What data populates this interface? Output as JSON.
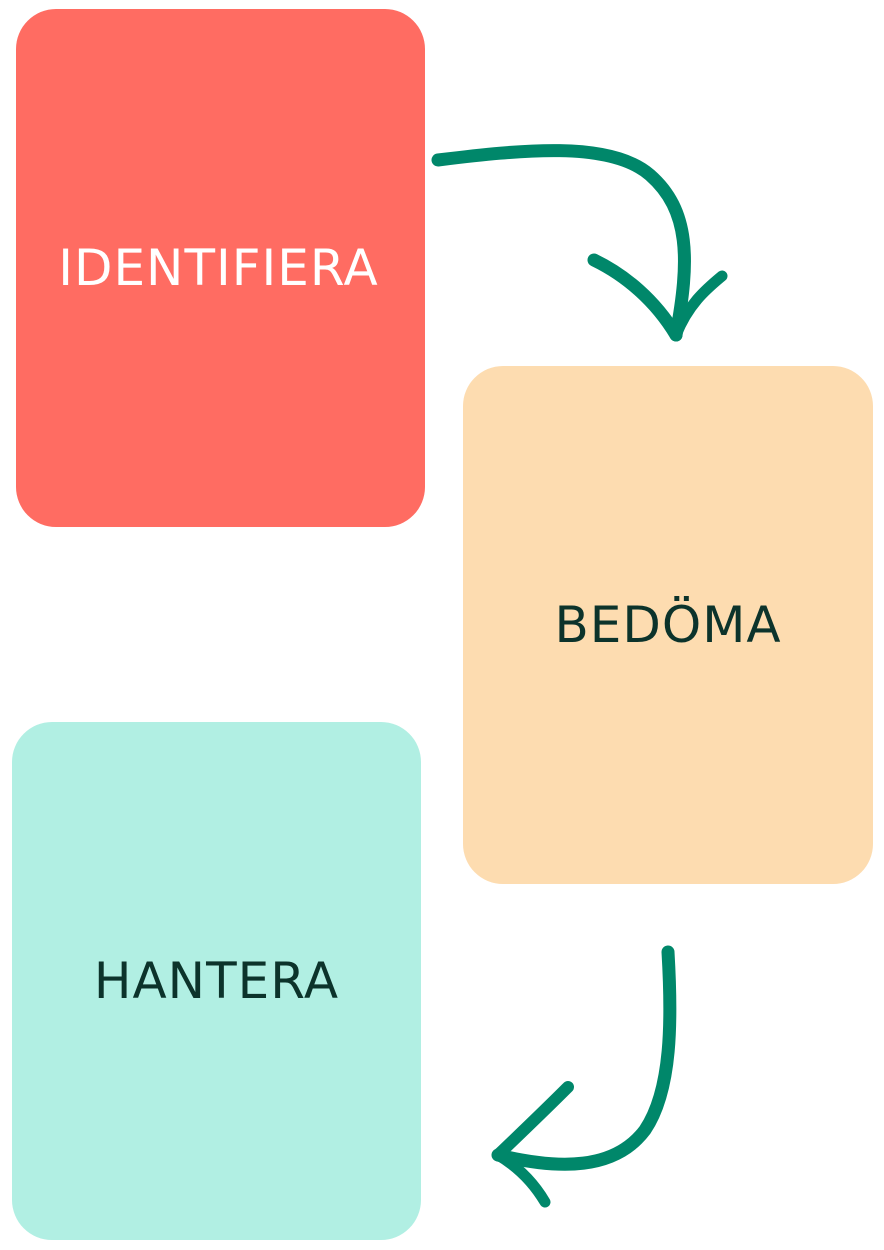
{
  "steps": [
    {
      "label": "IDENTIFIERA",
      "color": "#ff6c62",
      "text_color": "#ffffff"
    },
    {
      "label": "BEDÖMA",
      "color": "#fddcb0",
      "text_color": "#0c332b"
    },
    {
      "label": "HANTERA",
      "color": "#b1efe3",
      "text_color": "#0c332b"
    }
  ],
  "arrow_color": "#00876a",
  "background_color": "#ffffff"
}
